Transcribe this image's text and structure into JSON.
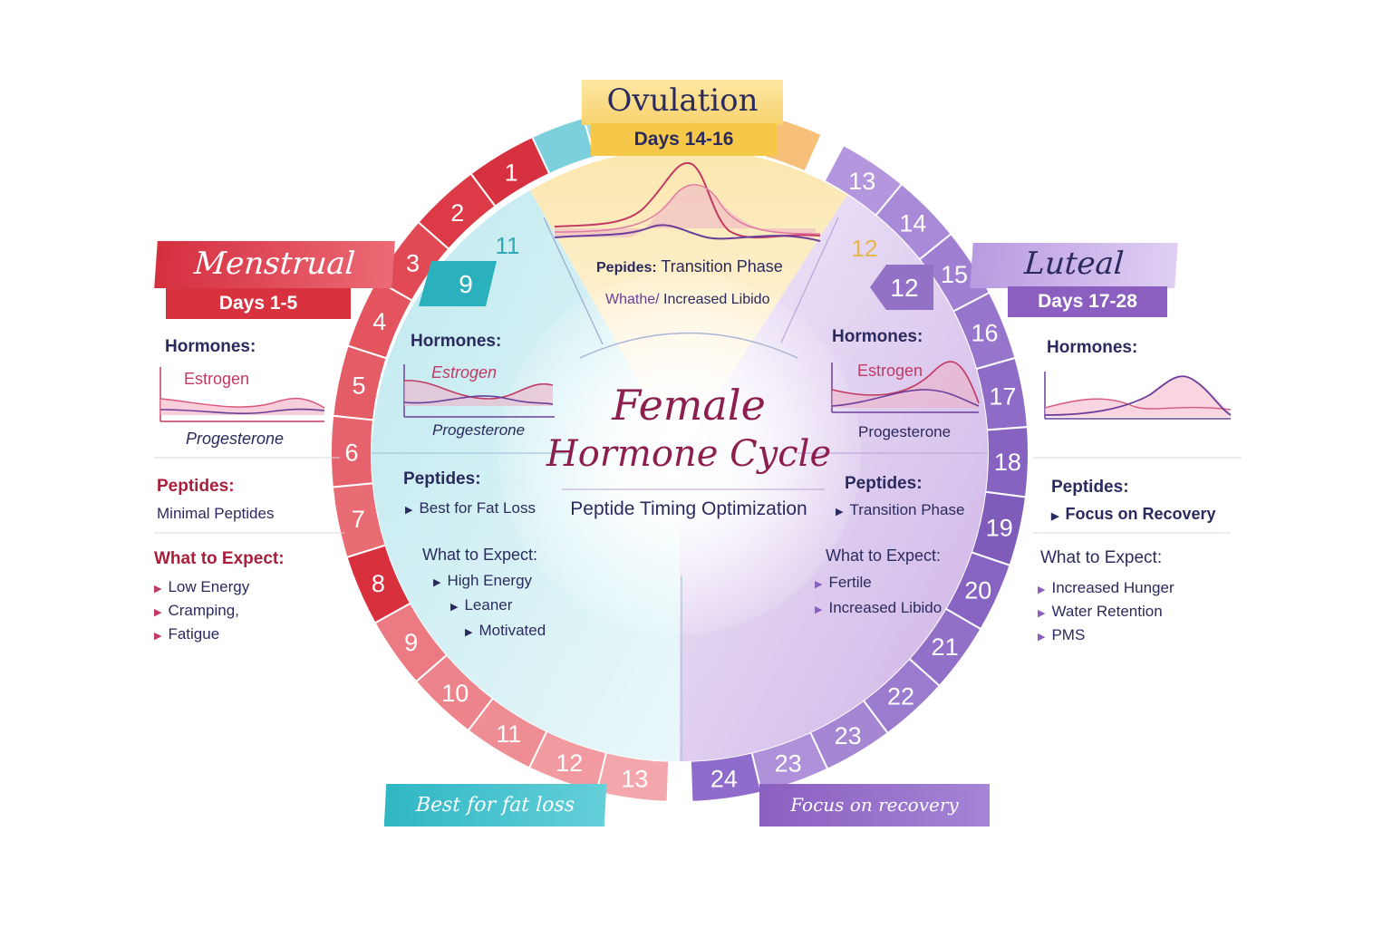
{
  "title": {
    "line1": "Female",
    "line2": "Hormone Cycle",
    "subtitle": "Peptide Timing Optimization"
  },
  "phases": {
    "menstrual": {
      "name": "Menstrual",
      "days": "Days 1-5",
      "hormones_label": "Hormones:",
      "estrogen_label": "Estrogen",
      "progesterone_label": "Progesterone",
      "peptides_label": "Peptides:",
      "peptides": "Minimal Peptides",
      "expect_label": "What to Expect:",
      "expect": [
        "Low Energy",
        "Cramping,",
        "Fatigue"
      ]
    },
    "follicular": {
      "hormones_label": "Hormones:",
      "estrogen_label": "Estrogen",
      "progesterone_label": "Progesterone",
      "peptides_label": "Peptides:",
      "peptides": "Best for Fat Loss",
      "expect_label": "What to Expect:",
      "expect": [
        "High Energy",
        "Leaner",
        "Motivated"
      ],
      "banner": "Best for fat loss"
    },
    "ovulation": {
      "name": "Ovulation",
      "days": "Days 14-16",
      "peptides_label": "Pepides:",
      "peptides": "Transition Phase",
      "expect_label": "Whathe/",
      "expect_value": "Increased Libido"
    },
    "early_luteal": {
      "hormones_label": "Hormones:",
      "estrogen_label": "Estrogen",
      "progesterone_label": "Progesterone",
      "peptides_label": "Peptides:",
      "peptides": "Transition Phase",
      "expect_label": "What to Expect:",
      "expect": [
        "Fertile",
        "Increased Libido"
      ]
    },
    "luteal": {
      "name": "Luteal",
      "days": "Days 17-28",
      "hormones_label": "Hormones:",
      "peptides_label": "Peptides:",
      "peptides": "Focus on Recovery",
      "expect_label": "What to Expect:",
      "expect": [
        "Increased Hunger",
        "Water Retention",
        "PMS"
      ],
      "banner": "Focus on recovery"
    }
  },
  "ring": {
    "left_labels": [
      "1",
      "2",
      "3",
      "4",
      "5",
      "6",
      "7",
      "8",
      "9",
      "10",
      "11",
      "12",
      "13"
    ],
    "right_labels": [
      "13",
      "14",
      "15",
      "16",
      "17",
      "18",
      "19",
      "20",
      "21",
      "22",
      "23",
      "23",
      "24"
    ],
    "inner_tags": [
      "9",
      "11",
      "12",
      "12"
    ]
  },
  "colors": {
    "menstrual": "#d9404f",
    "follicular": "#2fb4c0",
    "ovulation": "#f5c54f",
    "luteal": "#8a5fc0",
    "title": "#8c1f4d",
    "navy": "#2b2a5e"
  }
}
